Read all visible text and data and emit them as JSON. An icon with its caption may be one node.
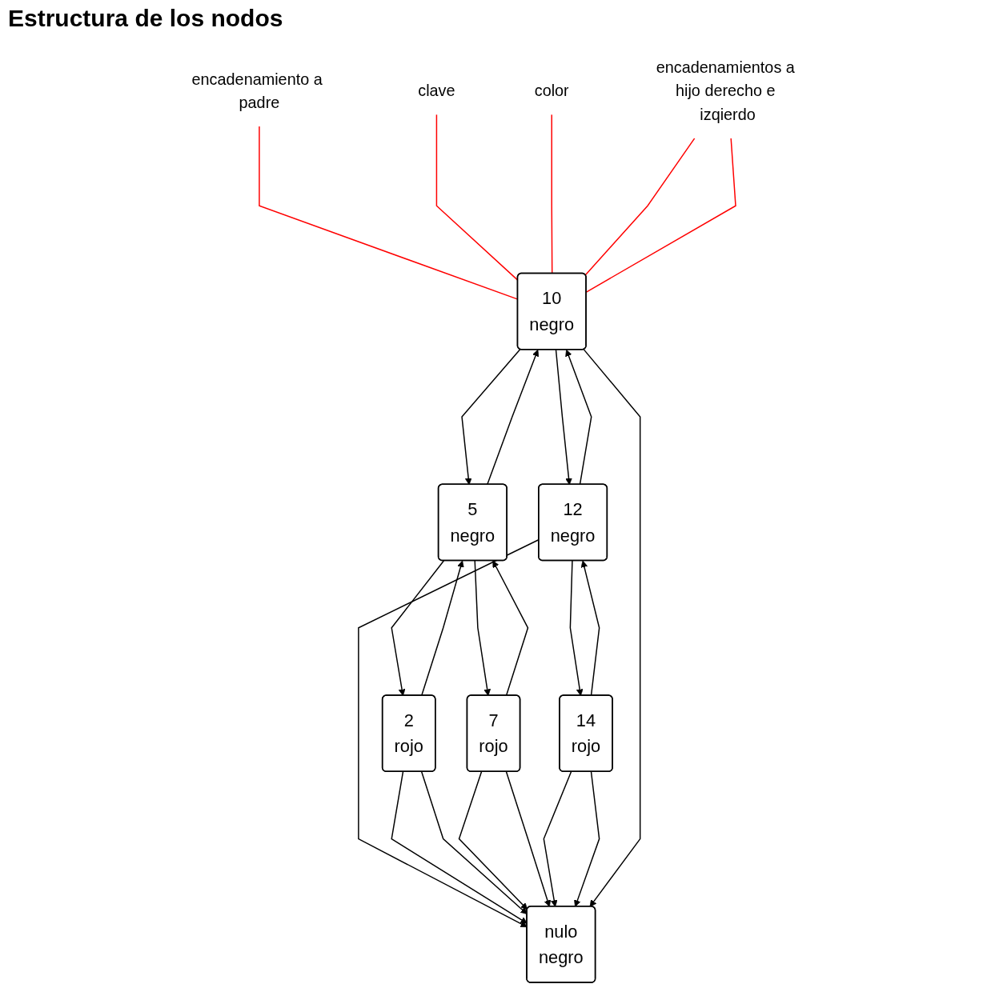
{
  "diagram": {
    "title": "Estructura de los nodos",
    "nodes": [
      {
        "text": [
          "10",
          "negro"
        ]
      },
      {
        "text": [
          "encadenamiento a padre"
        ]
      },
      {
        "text": [
          "clave"
        ]
      },
      {
        "text": [
          "color"
        ]
      },
      {
        "text": [
          "encadenamientos a hijo derecho e izqierdo"
        ]
      },
      {
        "text": [
          "5",
          "negro"
        ]
      },
      {
        "text": [
          "12",
          "negro"
        ]
      },
      {
        "text": [
          "2",
          "rojo"
        ]
      },
      {
        "text": [
          "7",
          "rojo"
        ]
      },
      {
        "text": [
          "14",
          "rojo"
        ]
      },
      {
        "text": [
          "nulo",
          "negro"
        ]
      }
    ],
    "edges": [
      {
        "from": 0,
        "to": 5,
        "arrow": "to"
      },
      {
        "from": 5,
        "to": 0,
        "arrow": "to"
      },
      {
        "from": 0,
        "to": 6,
        "arrow": "to"
      },
      {
        "from": 6,
        "to": 0,
        "arrow": "to"
      },
      {
        "from": 5,
        "to": 7,
        "arrow": "to"
      },
      {
        "from": 7,
        "to": 5,
        "arrow": "to"
      },
      {
        "from": 5,
        "to": 8,
        "arrow": "to"
      },
      {
        "from": 8,
        "to": 5,
        "arrow": "to"
      },
      {
        "from": 6,
        "to": 9,
        "arrow": "to"
      },
      {
        "from": 9,
        "to": 6,
        "arrow": "to"
      },
      {
        "from": 6,
        "to": 10,
        "arrow": "to"
      },
      {
        "from": 7,
        "to": 10,
        "arrow": "to"
      },
      {
        "from": 7,
        "to": 10,
        "arrow": "to"
      },
      {
        "from": 8,
        "to": 10,
        "arrow": "to"
      },
      {
        "from": 8,
        "to": 10,
        "arrow": "to"
      },
      {
        "from": 9,
        "to": 10,
        "arrow": "to"
      },
      {
        "from": 9,
        "to": 10,
        "arrow": "to"
      },
      {
        "from": 0,
        "to": 10,
        "arrow": "to"
      },
      {
        "from": 1,
        "to": 0,
        "arrow": "none",
        "color": "#ff0000"
      },
      {
        "from": 2,
        "to": 0,
        "arrow": "none",
        "color": "#ff0000"
      },
      {
        "from": 3,
        "to": 0,
        "arrow": "none",
        "color": "#ff0000"
      },
      {
        "from": 4,
        "to": 0,
        "arrow": "none",
        "color": "#ff0000"
      },
      {
        "from": 4,
        "to": 0,
        "arrow": "none",
        "color": "#ff0000"
      }
    ]
  }
}
